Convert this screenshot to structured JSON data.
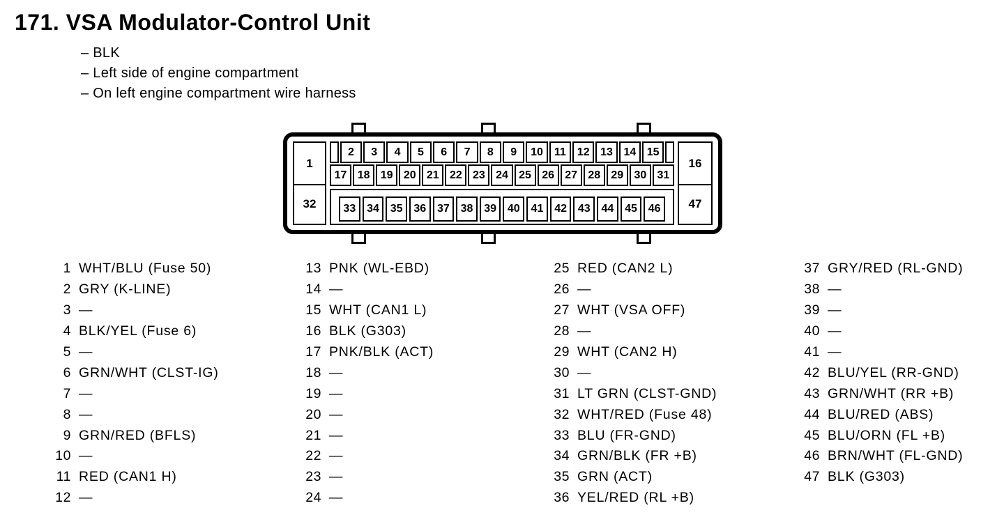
{
  "title": "171. VSA Modulator-Control Unit",
  "bullets": [
    "– BLK",
    "– Left side of engine compartment",
    "– On left engine compartment wire harness"
  ],
  "colors": {
    "ink": "#000000",
    "paper": "#ffffff"
  },
  "connector": {
    "pin1": "1",
    "pin16": "16",
    "pin32": "32",
    "pin47": "47",
    "row1": [
      "2",
      "3",
      "4",
      "5",
      "6",
      "7",
      "8",
      "9",
      "10",
      "11",
      "12",
      "13",
      "14",
      "15"
    ],
    "row2": [
      "17",
      "18",
      "19",
      "20",
      "21",
      "22",
      "23",
      "24",
      "25",
      "26",
      "27",
      "28",
      "29",
      "30",
      "31"
    ],
    "row3": [
      "33",
      "34",
      "35",
      "36",
      "37",
      "38",
      "39",
      "40",
      "41",
      "42",
      "43",
      "44",
      "45",
      "46"
    ]
  },
  "legend": {
    "columns": [
      {
        "entries": [
          {
            "pin": "1",
            "desc": "WHT/BLU (Fuse 50)"
          },
          {
            "pin": "2",
            "desc": "GRY (K-LINE)"
          },
          {
            "pin": "3",
            "desc": "—"
          },
          {
            "pin": "4",
            "desc": "BLK/YEL (Fuse 6)"
          },
          {
            "pin": "5",
            "desc": "—"
          },
          {
            "pin": "6",
            "desc": "GRN/WHT (CLST-IG)"
          },
          {
            "pin": "7",
            "desc": "—"
          },
          {
            "pin": "8",
            "desc": "—"
          },
          {
            "pin": "9",
            "desc": "GRN/RED (BFLS)"
          },
          {
            "pin": "10",
            "desc": "—"
          },
          {
            "pin": "11",
            "desc": "RED (CAN1 H)"
          },
          {
            "pin": "12",
            "desc": "—"
          }
        ]
      },
      {
        "entries": [
          {
            "pin": "13",
            "desc": "PNK (WL-EBD)"
          },
          {
            "pin": "14",
            "desc": "—"
          },
          {
            "pin": "15",
            "desc": "WHT (CAN1 L)"
          },
          {
            "pin": "16",
            "desc": "BLK (G303)"
          },
          {
            "pin": "17",
            "desc": "PNK/BLK (ACT)"
          },
          {
            "pin": "18",
            "desc": "—"
          },
          {
            "pin": "19",
            "desc": "—"
          },
          {
            "pin": "20",
            "desc": "—"
          },
          {
            "pin": "21",
            "desc": "—"
          },
          {
            "pin": "22",
            "desc": "—"
          },
          {
            "pin": "23",
            "desc": "—"
          },
          {
            "pin": "24",
            "desc": "—"
          }
        ]
      },
      {
        "entries": [
          {
            "pin": "25",
            "desc": "RED (CAN2 L)"
          },
          {
            "pin": "26",
            "desc": "—"
          },
          {
            "pin": "27",
            "desc": "WHT (VSA OFF)"
          },
          {
            "pin": "28",
            "desc": "—"
          },
          {
            "pin": "29",
            "desc": "WHT (CAN2 H)"
          },
          {
            "pin": "30",
            "desc": "—"
          },
          {
            "pin": "31",
            "desc": "LT GRN (CLST-GND)"
          },
          {
            "pin": "32",
            "desc": "WHT/RED (Fuse 48)"
          },
          {
            "pin": "33",
            "desc": "BLU (FR-GND)"
          },
          {
            "pin": "34",
            "desc": "GRN/BLK (FR +B)"
          },
          {
            "pin": "35",
            "desc": "GRN (ACT)"
          },
          {
            "pin": "36",
            "desc": "YEL/RED (RL +B)"
          }
        ]
      },
      {
        "entries": [
          {
            "pin": "37",
            "desc": "GRY/RED (RL-GND)"
          },
          {
            "pin": "38",
            "desc": "—"
          },
          {
            "pin": "39",
            "desc": "—"
          },
          {
            "pin": "40",
            "desc": "—"
          },
          {
            "pin": "41",
            "desc": "—"
          },
          {
            "pin": "42",
            "desc": "BLU/YEL (RR-GND)"
          },
          {
            "pin": "43",
            "desc": "GRN/WHT (RR +B)"
          },
          {
            "pin": "44",
            "desc": "BLU/RED (ABS)"
          },
          {
            "pin": "45",
            "desc": "BLU/ORN (FL +B)"
          },
          {
            "pin": "46",
            "desc": "BRN/WHT (FL-GND)"
          },
          {
            "pin": "47",
            "desc": "BLK (G303)"
          }
        ]
      }
    ]
  }
}
